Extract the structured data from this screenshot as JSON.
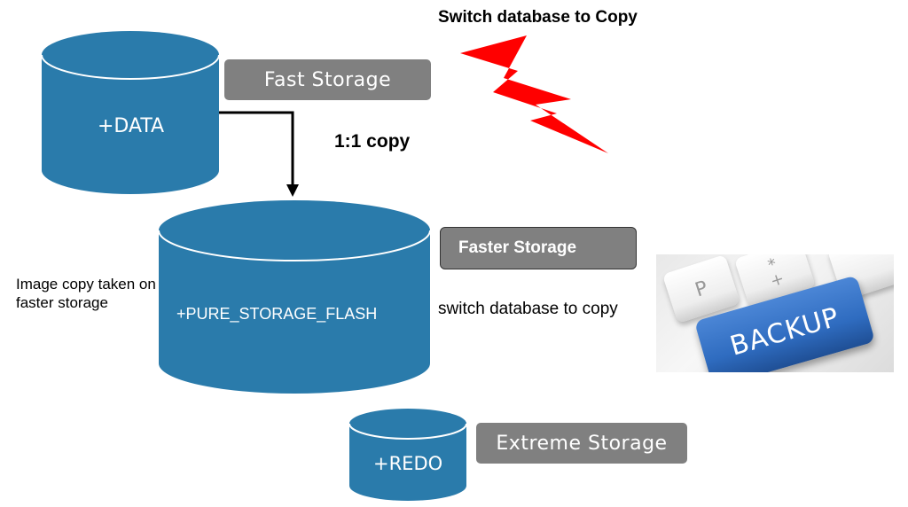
{
  "diagram": {
    "title": "Switch database to Copy",
    "copy_label": "1:1 copy",
    "left_note": "Image copy taken on faster storage",
    "switch_note": "switch database to copy",
    "boxes": {
      "fast": "Fast Storage",
      "faster": "Faster Storage",
      "extreme": "Extreme Storage"
    },
    "cylinders": {
      "data": "+DATA",
      "pure": "+PURE_STORAGE_FLASH",
      "redo": "+REDO"
    },
    "backup_image": {
      "key_main": "BACKUP",
      "key_p": "P",
      "key_plus_top": "*",
      "key_plus_bottom": "+"
    },
    "colors": {
      "cylinder": "#2a7bab",
      "box_gray": "#808080",
      "lightning": "#ff0000",
      "arrow": "#000000"
    }
  }
}
